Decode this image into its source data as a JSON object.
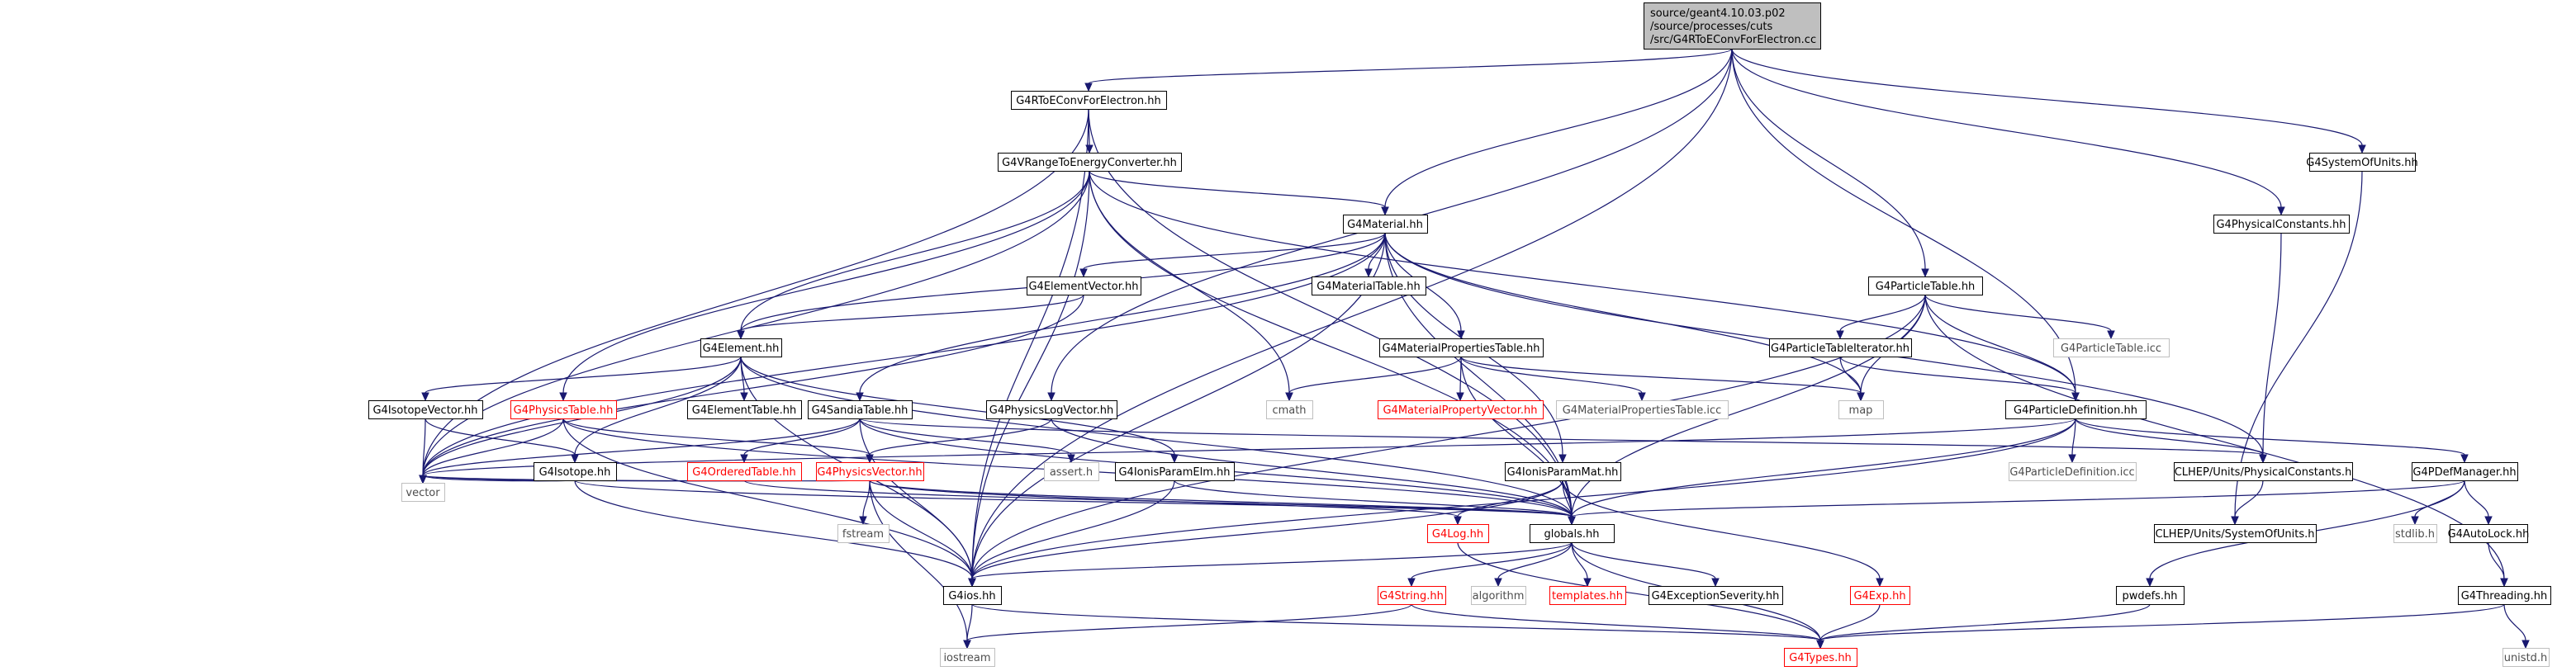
{
  "colors": {
    "edge": "#191970",
    "box_black": "#000000",
    "box_red": "#ff0000",
    "box_grey": "#bfbfbf",
    "root_fill": "#bfbfbf",
    "text_black": "#000000",
    "text_red": "#ff0000",
    "text_grey": "#000000"
  },
  "nodes": [
    {
      "id": "root",
      "lines": [
        "source/geant4.10.03.p02",
        "/source/processes/cuts",
        "/src/G4RToEConvForElectron.cc"
      ],
      "style": "root"
    },
    {
      "id": "g4rtoe",
      "lines": [
        "G4RToEConvForElectron.hh"
      ],
      "style": "black"
    },
    {
      "id": "g4vrange",
      "lines": [
        "G4VRangeToEnergyConverter.hh"
      ],
      "style": "black"
    },
    {
      "id": "g4material",
      "lines": [
        "G4Material.hh"
      ],
      "style": "black"
    },
    {
      "id": "g4elementvector",
      "lines": [
        "G4ElementVector.hh"
      ],
      "style": "black"
    },
    {
      "id": "g4materialtable",
      "lines": [
        "G4MaterialTable.hh"
      ],
      "style": "black"
    },
    {
      "id": "g4element",
      "lines": [
        "G4Element.hh"
      ],
      "style": "black"
    },
    {
      "id": "g4matproptable",
      "lines": [
        "G4MaterialPropertiesTable.hh"
      ],
      "style": "black"
    },
    {
      "id": "g4isotopevector",
      "lines": [
        "G4IsotopeVector.hh"
      ],
      "style": "black"
    },
    {
      "id": "g4physicstable",
      "lines": [
        "G4PhysicsTable.hh"
      ],
      "style": "red"
    },
    {
      "id": "g4elementtable",
      "lines": [
        "G4ElementTable.hh"
      ],
      "style": "black"
    },
    {
      "id": "g4sandiatable",
      "lines": [
        "G4SandiaTable.hh"
      ],
      "style": "black"
    },
    {
      "id": "g4physicslogvector",
      "lines": [
        "G4PhysicsLogVector.hh"
      ],
      "style": "black"
    },
    {
      "id": "cmath",
      "lines": [
        "cmath"
      ],
      "style": "grey"
    },
    {
      "id": "g4matpropvector",
      "lines": [
        "G4MaterialPropertyVector.hh"
      ],
      "style": "red"
    },
    {
      "id": "g4matproptableicc",
      "lines": [
        "G4MaterialPropertiesTable.icc"
      ],
      "style": "grey"
    },
    {
      "id": "map",
      "lines": [
        "map"
      ],
      "style": "grey"
    },
    {
      "id": "g4particletable",
      "lines": [
        "G4ParticleTable.hh"
      ],
      "style": "black"
    },
    {
      "id": "g4particletableiter",
      "lines": [
        "G4ParticleTableIterator.hh"
      ],
      "style": "black"
    },
    {
      "id": "g4particletableicc",
      "lines": [
        "G4ParticleTable.icc"
      ],
      "style": "grey"
    },
    {
      "id": "g4particledef",
      "lines": [
        "G4ParticleDefinition.hh"
      ],
      "style": "black"
    },
    {
      "id": "g4physicalconstants",
      "lines": [
        "G4PhysicalConstants.hh"
      ],
      "style": "black"
    },
    {
      "id": "g4systemofunits",
      "lines": [
        "G4SystemOfUnits.hh"
      ],
      "style": "black"
    },
    {
      "id": "g4isotope",
      "lines": [
        "G4Isotope.hh"
      ],
      "style": "black"
    },
    {
      "id": "g4orderedtable",
      "lines": [
        "G4OrderedTable.hh"
      ],
      "style": "red"
    },
    {
      "id": "g4physicsvector",
      "lines": [
        "G4PhysicsVector.hh"
      ],
      "style": "red"
    },
    {
      "id": "asserth",
      "lines": [
        "assert.h"
      ],
      "style": "grey"
    },
    {
      "id": "g4ionisparamelm",
      "lines": [
        "G4IonisParamElm.hh"
      ],
      "style": "black"
    },
    {
      "id": "g4ionisparammat",
      "lines": [
        "G4IonisParamMat.hh"
      ],
      "style": "black"
    },
    {
      "id": "g4particledeficc",
      "lines": [
        "G4ParticleDefinition.icc"
      ],
      "style": "grey"
    },
    {
      "id": "clhepphys",
      "lines": [
        "CLHEP/Units/PhysicalConstants.h"
      ],
      "style": "black"
    },
    {
      "id": "g4pdefmanager",
      "lines": [
        "G4PDefManager.hh"
      ],
      "style": "black"
    },
    {
      "id": "vector",
      "lines": [
        "vector"
      ],
      "style": "grey"
    },
    {
      "id": "fstream",
      "lines": [
        "fstream"
      ],
      "style": "grey"
    },
    {
      "id": "g4logh",
      "lines": [
        "G4Log.hh"
      ],
      "style": "red"
    },
    {
      "id": "globals",
      "lines": [
        "globals.hh"
      ],
      "style": "black"
    },
    {
      "id": "clhepsys",
      "lines": [
        "CLHEP/Units/SystemOfUnits.h"
      ],
      "style": "black"
    },
    {
      "id": "stdlib",
      "lines": [
        "stdlib.h"
      ],
      "style": "grey"
    },
    {
      "id": "g4autolock",
      "lines": [
        "G4AutoLock.hh"
      ],
      "style": "black"
    },
    {
      "id": "g4ios",
      "lines": [
        "G4ios.hh"
      ],
      "style": "black"
    },
    {
      "id": "g4string",
      "lines": [
        "G4String.hh"
      ],
      "style": "red"
    },
    {
      "id": "algorithm",
      "lines": [
        "algorithm"
      ],
      "style": "grey"
    },
    {
      "id": "templates",
      "lines": [
        "templates.hh"
      ],
      "style": "red"
    },
    {
      "id": "g4exceptionseverity",
      "lines": [
        "G4ExceptionSeverity.hh"
      ],
      "style": "black"
    },
    {
      "id": "g4exp",
      "lines": [
        "G4Exp.hh"
      ],
      "style": "red"
    },
    {
      "id": "pwdefs",
      "lines": [
        "pwdefs.hh"
      ],
      "style": "black"
    },
    {
      "id": "g4threading",
      "lines": [
        "G4Threading.hh"
      ],
      "style": "black"
    },
    {
      "id": "iostream",
      "lines": [
        "iostream"
      ],
      "style": "grey"
    },
    {
      "id": "g4types",
      "lines": [
        "G4Types.hh"
      ],
      "style": "red"
    },
    {
      "id": "unistd",
      "lines": [
        "unistd.h"
      ],
      "style": "grey"
    }
  ],
  "edges": [
    [
      "root",
      "g4rtoe"
    ],
    [
      "root",
      "g4material"
    ],
    [
      "root",
      "g4physicslogvector"
    ],
    [
      "root",
      "g4particletable"
    ],
    [
      "root",
      "g4particledef"
    ],
    [
      "root",
      "g4physicalconstants"
    ],
    [
      "root",
      "g4systemofunits"
    ],
    [
      "root",
      "g4ios"
    ],
    [
      "g4rtoe",
      "g4vrange"
    ],
    [
      "g4rtoe",
      "globals"
    ],
    [
      "g4rtoe",
      "vector"
    ],
    [
      "g4rtoe",
      "g4ios"
    ],
    [
      "g4vrange",
      "g4material"
    ],
    [
      "g4vrange",
      "g4element"
    ],
    [
      "g4vrange",
      "g4physicstable"
    ],
    [
      "g4vrange",
      "cmath"
    ],
    [
      "g4vrange",
      "g4particledef"
    ],
    [
      "g4vrange",
      "globals"
    ],
    [
      "g4vrange",
      "vector"
    ],
    [
      "g4vrange",
      "g4ios"
    ],
    [
      "g4material",
      "g4elementvector"
    ],
    [
      "g4material",
      "g4materialtable"
    ],
    [
      "g4material",
      "g4element"
    ],
    [
      "g4material",
      "g4matproptable"
    ],
    [
      "g4material",
      "g4sandiatable"
    ],
    [
      "g4material",
      "g4ionisparammat"
    ],
    [
      "g4material",
      "map"
    ],
    [
      "g4material",
      "clhepphys"
    ],
    [
      "g4material",
      "globals"
    ],
    [
      "g4material",
      "vector"
    ],
    [
      "g4material",
      "g4ios"
    ],
    [
      "g4elementvector",
      "g4element"
    ],
    [
      "g4elementvector",
      "vector"
    ],
    [
      "g4element",
      "g4isotopevector"
    ],
    [
      "g4element",
      "g4elementtable"
    ],
    [
      "g4element",
      "g4isotope"
    ],
    [
      "g4element",
      "g4ionisparamelm"
    ],
    [
      "g4element",
      "globals"
    ],
    [
      "g4element",
      "vector"
    ],
    [
      "g4element",
      "g4ios"
    ],
    [
      "g4matproptable",
      "g4matpropvector"
    ],
    [
      "g4matproptable",
      "g4matproptableicc"
    ],
    [
      "g4matproptable",
      "cmath"
    ],
    [
      "g4matproptable",
      "map"
    ],
    [
      "g4matproptable",
      "globals"
    ],
    [
      "g4isotopevector",
      "g4isotope"
    ],
    [
      "g4isotopevector",
      "vector"
    ],
    [
      "g4physicstable",
      "g4physicsvector"
    ],
    [
      "g4physicstable",
      "vector"
    ],
    [
      "g4physicstable",
      "globals"
    ],
    [
      "g4physicstable",
      "g4ios"
    ],
    [
      "g4sandiatable",
      "g4orderedtable"
    ],
    [
      "g4sandiatable",
      "asserth"
    ],
    [
      "g4sandiatable",
      "vector"
    ],
    [
      "g4sandiatable",
      "clhepphys"
    ],
    [
      "g4sandiatable",
      "globals"
    ],
    [
      "g4sandiatable",
      "g4ios"
    ],
    [
      "g4physicslogvector",
      "g4physicsvector"
    ],
    [
      "g4physicslogvector",
      "globals"
    ],
    [
      "g4particletable",
      "g4particletableiter"
    ],
    [
      "g4particletable",
      "g4particletableicc"
    ],
    [
      "g4particletable",
      "g4particledef"
    ],
    [
      "g4particletable",
      "map"
    ],
    [
      "g4particletable",
      "globals"
    ],
    [
      "g4particletable",
      "g4threading"
    ],
    [
      "g4particletable",
      "g4ios"
    ],
    [
      "g4particletableiter",
      "g4particledef"
    ],
    [
      "g4particletableiter",
      "map"
    ],
    [
      "g4particledef",
      "g4particledeficc"
    ],
    [
      "g4particledef",
      "clhepphys"
    ],
    [
      "g4particledef",
      "g4pdefmanager"
    ],
    [
      "g4particledef",
      "globals"
    ],
    [
      "g4particledef",
      "vector"
    ],
    [
      "g4particledef",
      "g4ios"
    ],
    [
      "g4physicalconstants",
      "clhepphys"
    ],
    [
      "g4systemofunits",
      "clhepsys"
    ],
    [
      "g4isotope",
      "globals"
    ],
    [
      "g4isotope",
      "vector"
    ],
    [
      "g4isotope",
      "g4ios"
    ],
    [
      "g4orderedtable",
      "vector"
    ],
    [
      "g4orderedtable",
      "globals"
    ],
    [
      "g4physicsvector",
      "vector"
    ],
    [
      "g4physicsvector",
      "fstream"
    ],
    [
      "g4physicsvector",
      "iostream"
    ],
    [
      "g4physicsvector",
      "g4logh"
    ],
    [
      "g4physicsvector",
      "globals"
    ],
    [
      "g4physicsvector",
      "g4ios"
    ],
    [
      "g4ionisparamelm",
      "globals"
    ],
    [
      "g4ionisparamelm",
      "g4ios"
    ],
    [
      "g4ionisparammat",
      "g4logh"
    ],
    [
      "g4ionisparammat",
      "g4exp"
    ],
    [
      "g4ionisparammat",
      "globals"
    ],
    [
      "g4ionisparammat",
      "g4ios"
    ],
    [
      "clhepphys",
      "clhepsys"
    ],
    [
      "g4pdefmanager",
      "globals"
    ],
    [
      "g4pdefmanager",
      "stdlib"
    ],
    [
      "g4pdefmanager",
      "g4autolock"
    ],
    [
      "g4pdefmanager",
      "pwdefs"
    ],
    [
      "g4autolock",
      "g4threading"
    ],
    [
      "g4logh",
      "g4types"
    ],
    [
      "globals",
      "g4ios"
    ],
    [
      "globals",
      "g4string"
    ],
    [
      "globals",
      "algorithm"
    ],
    [
      "globals",
      "templates"
    ],
    [
      "globals",
      "g4exceptionseverity"
    ],
    [
      "globals",
      "g4types"
    ],
    [
      "g4ios",
      "iostream"
    ],
    [
      "g4ios",
      "g4types"
    ],
    [
      "g4string",
      "iostream"
    ],
    [
      "g4string",
      "g4types"
    ],
    [
      "g4exp",
      "g4types"
    ],
    [
      "pwdefs",
      "g4types"
    ],
    [
      "g4threading",
      "g4types"
    ],
    [
      "g4threading",
      "unistd"
    ]
  ]
}
